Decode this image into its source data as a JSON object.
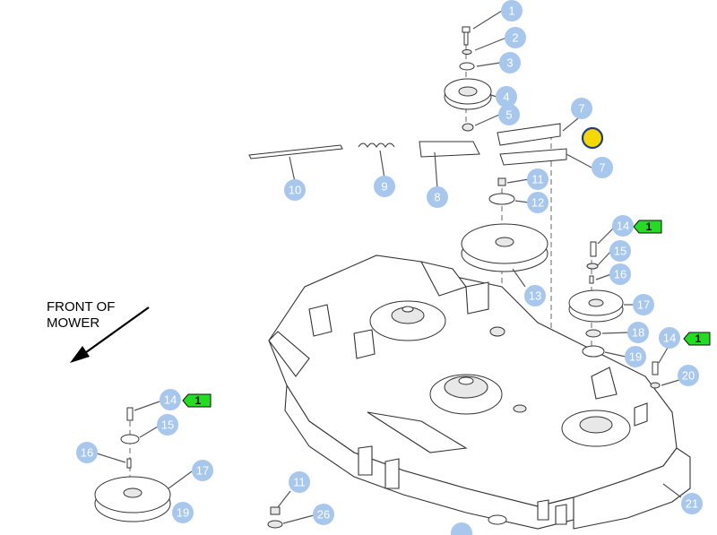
{
  "front_label": {
    "line1": "FRONT OF",
    "line2": "MOWER"
  },
  "callouts": {
    "c1": "1",
    "c2": "2",
    "c3": "3",
    "c4": "4",
    "c5": "5",
    "c7a": "7",
    "c7b": "7",
    "c8": "8",
    "c9": "9",
    "c10": "10",
    "c11a": "11",
    "c12": "12",
    "c13": "13",
    "c14a": "14",
    "c15a": "15",
    "c16a": "16",
    "c17a": "17",
    "c18": "18",
    "c19a": "19",
    "c14b": "14",
    "c20": "20",
    "c21": "21",
    "c14c": "14",
    "c15b": "15",
    "c16b": "16",
    "c17b": "17",
    "c19b": "19",
    "c11b": "11",
    "c26": "26"
  },
  "qty_tags": {
    "t1": "1",
    "t2": "1",
    "t3": "1"
  },
  "colors": {
    "callout": "#a7c7ec",
    "qty_tag": "#22dd22",
    "highlight_dot": "#f5d800"
  }
}
